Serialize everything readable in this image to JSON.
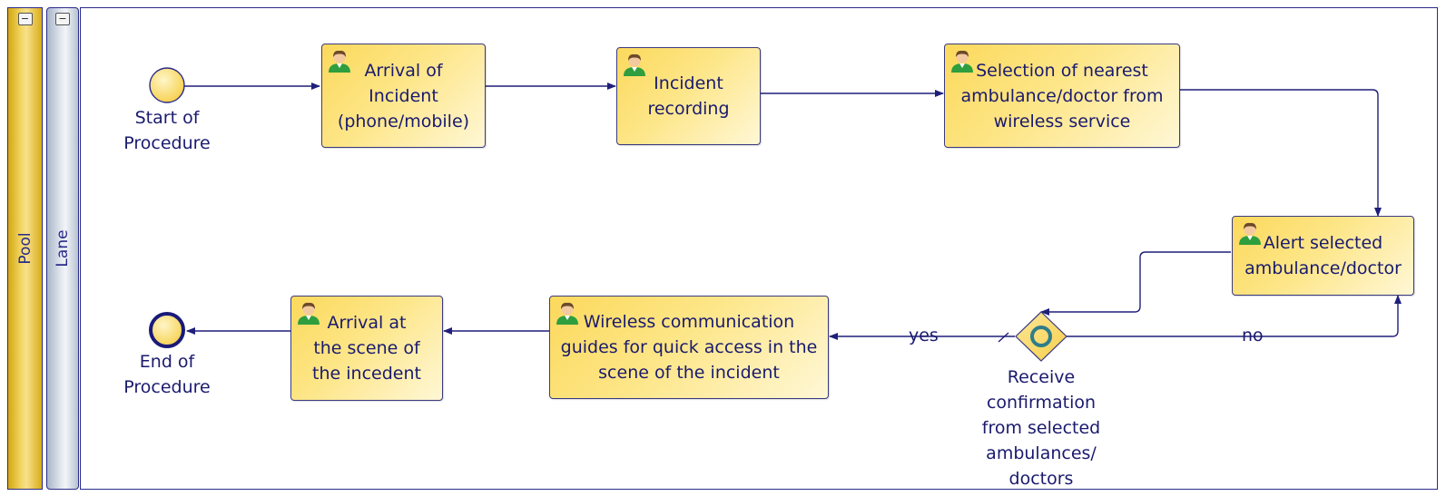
{
  "pool": {
    "label": "Pool",
    "collapse_glyph": "−"
  },
  "lane": {
    "label": "Lane",
    "collapse_glyph": "−"
  },
  "events": {
    "start": {
      "label": "Start of\nProcedure"
    },
    "end": {
      "label": "End of\nProcedure"
    }
  },
  "tasks": {
    "arrival_incident": {
      "label": "Arrival of\nIncident\n(phone/mobile)",
      "icon": "user-icon"
    },
    "incident_recording": {
      "label": "Incident\nrecording",
      "icon": "user-icon"
    },
    "selection": {
      "label": "Selection of nearest\nambulance/doctor from\nwireless service",
      "icon": "user-icon"
    },
    "alert": {
      "label": "Alert selected\nambulance/doctor",
      "icon": "user-icon"
    },
    "wireless": {
      "label": "Wireless communication\nguides for quick access in the\nscene of the incident",
      "icon": "user-icon"
    },
    "arrival_scene": {
      "label": "Arrival at\nthe scene of\nthe incedent",
      "icon": "user-icon"
    }
  },
  "gateway": {
    "label": "Receive\nconfirmation\nfrom selected\nambulances/\ndoctors"
  },
  "flows": {
    "yes_label": "yes",
    "no_label": "no"
  },
  "colors": {
    "line": "#1f1f7a",
    "task_fill_start": "#fcd95c",
    "task_fill_end": "#fff7d6",
    "pool_gold": "#d4a710",
    "lane_gray": "#b6c1d1",
    "gateway_ring": "#2e7d8a"
  }
}
